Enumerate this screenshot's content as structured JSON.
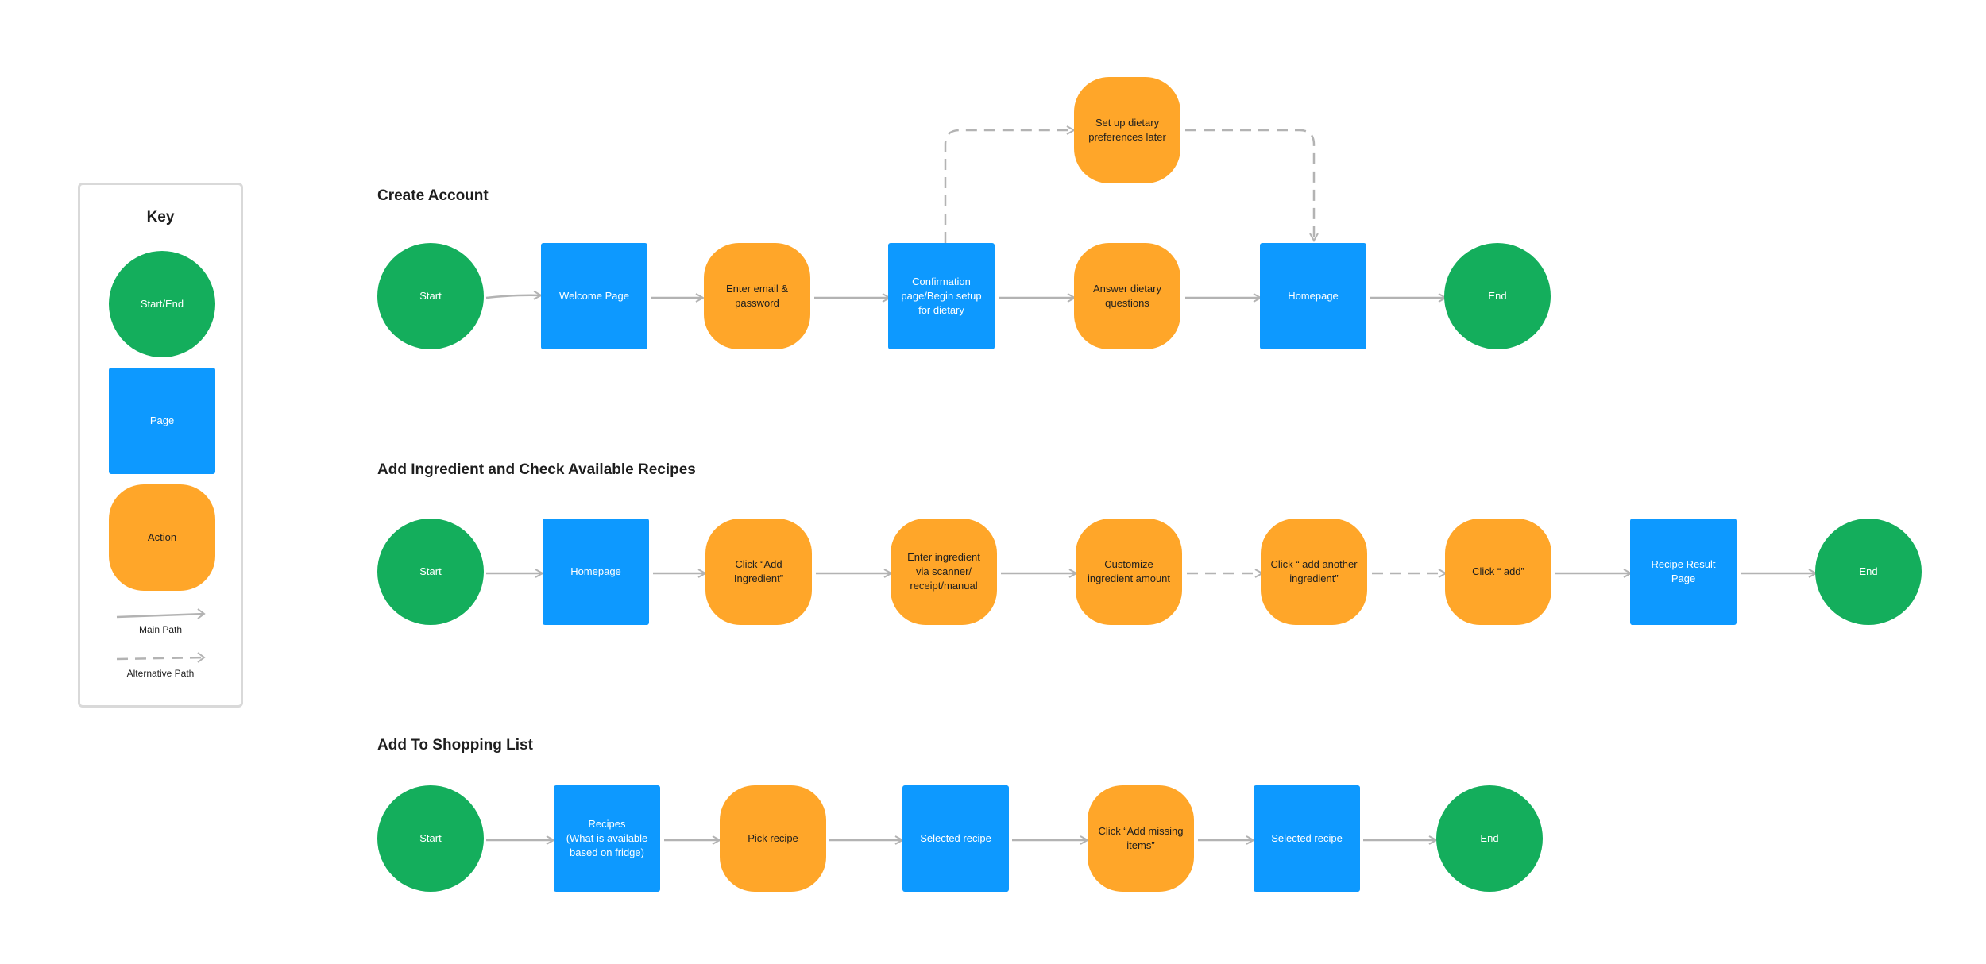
{
  "key": {
    "title": "Key",
    "start_end_label": "Start/End",
    "page_label": "Page",
    "action_label": "Action",
    "main_path_label": "Main Path",
    "alt_path_label": "Alternative Path"
  },
  "colors": {
    "start_end": "#14ae5c",
    "page": "#0d99ff",
    "action": "#ffa629",
    "connector": "#b3b3b3"
  },
  "flows": [
    {
      "title": "Create Account",
      "nodes": [
        {
          "type": "start-end",
          "label": "Start"
        },
        {
          "type": "page",
          "label": "Welcome Page"
        },
        {
          "type": "action",
          "label": "Enter email &\npassword"
        },
        {
          "type": "page",
          "label": "Confirmation\npage/Begin setup\nfor dietary"
        },
        {
          "type": "action",
          "label": "Answer dietary\nquestions"
        },
        {
          "type": "page",
          "label": "Homepage"
        },
        {
          "type": "start-end",
          "label": "End"
        }
      ],
      "branch": {
        "type": "action",
        "label": "Set up dietary\npreferences later"
      }
    },
    {
      "title": "Add Ingredient and Check Available Recipes",
      "nodes": [
        {
          "type": "start-end",
          "label": "Start"
        },
        {
          "type": "page",
          "label": "Homepage"
        },
        {
          "type": "action",
          "label": "Click “Add\nIngredient”"
        },
        {
          "type": "action",
          "label": "Enter ingredient\nvia scanner/\nreceipt/manual"
        },
        {
          "type": "action",
          "label": "Customize\ningredient amount"
        },
        {
          "type": "action",
          "label": "Click “ add another\ningredient”"
        },
        {
          "type": "action",
          "label": "Click “ add”"
        },
        {
          "type": "page",
          "label": "Recipe Result Page"
        },
        {
          "type": "start-end",
          "label": "End"
        }
      ]
    },
    {
      "title": "Add To Shopping List",
      "nodes": [
        {
          "type": "start-end",
          "label": "Start"
        },
        {
          "type": "page",
          "label": "Recipes\n(What is available\nbased on fridge)"
        },
        {
          "type": "action",
          "label": "Pick recipe"
        },
        {
          "type": "page",
          "label": "Selected recipe"
        },
        {
          "type": "action",
          "label": "Click “Add missing\nitems”"
        },
        {
          "type": "page",
          "label": "Selected recipe"
        },
        {
          "type": "start-end",
          "label": "End"
        }
      ]
    }
  ]
}
